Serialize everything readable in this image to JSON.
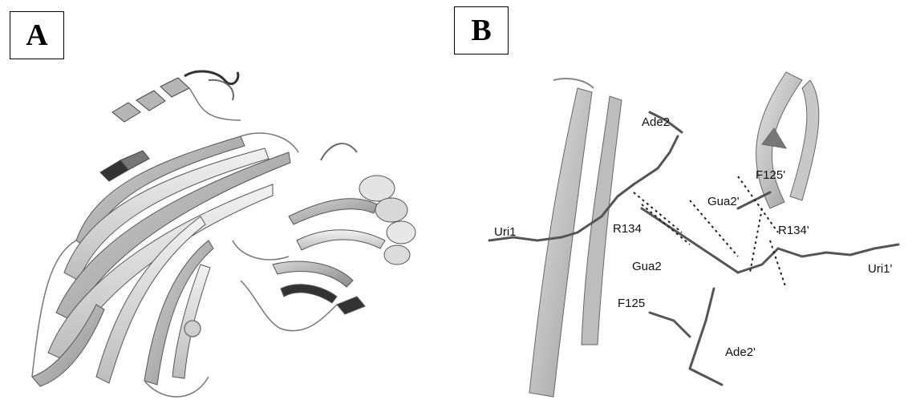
{
  "panels": [
    {
      "label": "A"
    },
    {
      "label": "B"
    }
  ],
  "residues": {
    "ade2": "Ade2",
    "f125p": "F125'",
    "gua2p": "Gua2'",
    "uri1": "Uri1",
    "r134": "R134",
    "r134p": "R134'",
    "uri1p": "Uri1'",
    "gua2": "Gua2",
    "f125": "F125",
    "ade2p": "Ade2'"
  }
}
